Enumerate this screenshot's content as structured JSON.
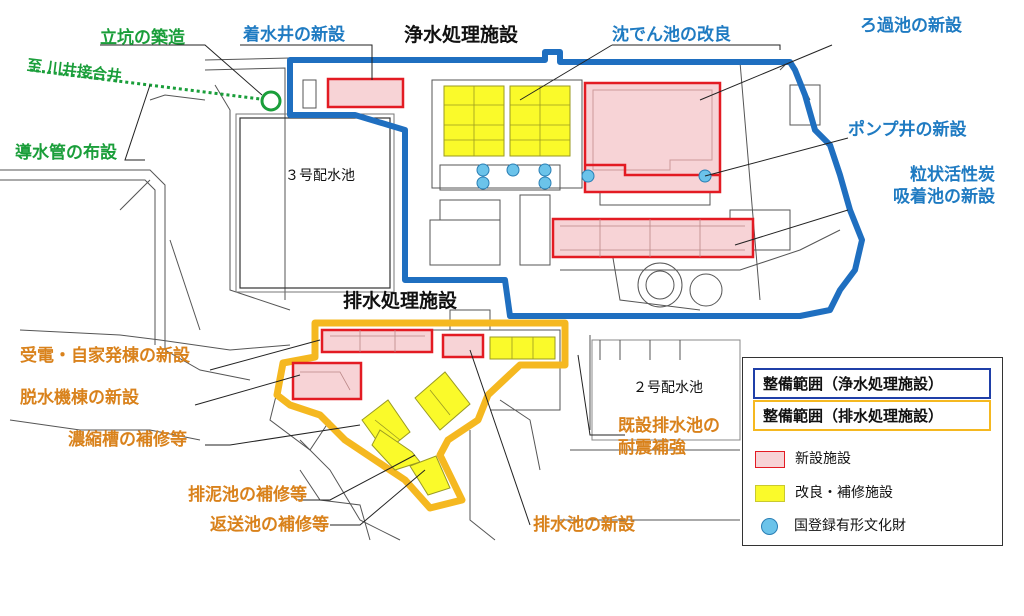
{
  "labels": {
    "shaft_construction": "立坑の築造",
    "to_kawai": "至 川井接合井",
    "conduit_laying": "導水管の布設",
    "receiving_well": "着水井の新設",
    "purification_facility": "浄水処理施設",
    "sedimentation_improvement": "沈でん池の改良",
    "filter_basin": "ろ過池の新設",
    "pump_well": "ポンプ井の新設",
    "gac_adsorption": "粒状活性炭\n吸着池の新設",
    "reservoir_3": "３号配水池",
    "drainage_facility": "排水処理施設",
    "power_building": "受電・自家発棟の新設",
    "dewatering_building": "脱水機棟の新設",
    "thickener_repair": "濃縮槽の補修等",
    "sludge_basin_repair": "排泥池の補修等",
    "return_basin_repair": "返送池の補修等",
    "drainage_basin_new": "排水池の新設",
    "existing_drainage_seismic": "既設排水池の\n耐震補強",
    "reservoir_2": "２号配水池"
  },
  "legend": {
    "scope_purification": "整備範囲（浄水処理施設）",
    "scope_drainage": "整備範囲（排水処理施設）",
    "new_facility": "新設施設",
    "improvement_repair": "改良・補修施設",
    "cultural_property": "国登録有形文化財"
  },
  "colors": {
    "purification_scope": "#1f6fc0",
    "drainage_scope": "#f5b820",
    "new_fill": "#f7d3d6",
    "new_stroke": "#e31b23",
    "improve_fill": "#fafa2a",
    "cultural_dot": "#6bc3ea",
    "label_green": "#1a9e3a",
    "label_blue": "#1f7bc2",
    "label_orange": "#d9821c"
  }
}
